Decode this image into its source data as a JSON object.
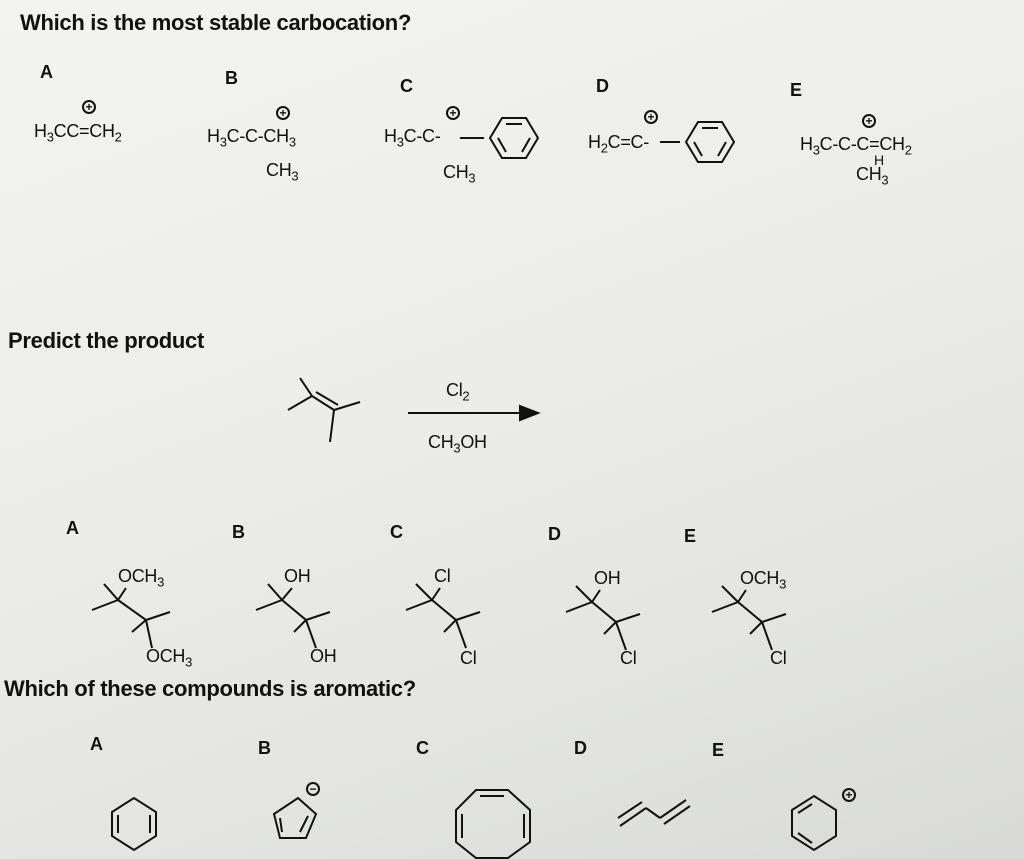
{
  "questions": [
    {
      "prompt": "Which is the most stable carbocation?",
      "options": [
        {
          "letter": "A",
          "formula": "H3CC=CH2"
        },
        {
          "letter": "B",
          "formula_main": "H3C-C-CH3",
          "formula_sub": "CH3"
        },
        {
          "letter": "C",
          "formula_main": "H3C-C-",
          "formula_sub": "CH3"
        },
        {
          "letter": "D",
          "formula_main": "H2C=C-"
        },
        {
          "letter": "E",
          "formula_main": "H3C-C-C=CH2",
          "formula_sub": "CH3",
          "formula_h": "H"
        }
      ]
    },
    {
      "prompt": "Predict the product",
      "reagent_top": "Cl2",
      "reagent_bottom": "CH3OH",
      "options": [
        {
          "letter": "A",
          "top_group": "OCH3",
          "bottom_group": "OCH3"
        },
        {
          "letter": "B",
          "top_group": "OH",
          "bottom_group": "OH"
        },
        {
          "letter": "C",
          "top_group": "Cl",
          "bottom_group": "Cl"
        },
        {
          "letter": "D",
          "top_group": "OH",
          "bottom_group": "Cl"
        },
        {
          "letter": "E",
          "top_group": "OCH3",
          "bottom_group": "Cl"
        }
      ]
    },
    {
      "prompt": "Which of these compounds is aromatic?",
      "options": [
        {
          "letter": "A"
        },
        {
          "letter": "B"
        },
        {
          "letter": "C"
        },
        {
          "letter": "D"
        },
        {
          "letter": "E"
        }
      ]
    }
  ],
  "icons": {
    "positive_charge": "circled-plus-icon",
    "negative_charge": "circled-minus-icon"
  },
  "colors": {
    "ink": "#111111",
    "paper": "#ececea"
  }
}
